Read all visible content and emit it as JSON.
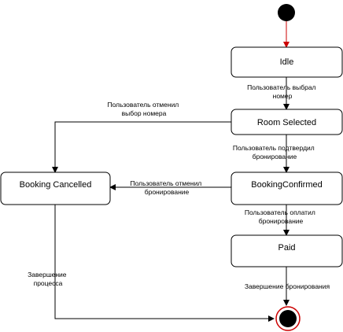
{
  "colors": {
    "start_fill": "#000000",
    "start_edge": "#cc0000",
    "end_ring": "#cc0000",
    "end_fill": "#000000",
    "line": "#000000"
  },
  "states": {
    "idle": "Idle",
    "room_selected": "Room Selected",
    "booking_confirmed": "BookingConfirmed",
    "paid": "Paid",
    "booking_cancelled": "Booking Cancelled"
  },
  "transitions": {
    "idle_to_room_selected": [
      "Пользователь выбрал",
      "номер"
    ],
    "room_selected_to_cancelled": [
      "Пользователь отменил",
      "выбор номера"
    ],
    "room_selected_to_confirmed": [
      "Пользователь подтвердил",
      "бронирование"
    ],
    "confirmed_to_cancelled": [
      "Пользователь отменил",
      "бронирование"
    ],
    "confirmed_to_paid": [
      "Пользователь оплатил",
      "бронирование"
    ],
    "paid_to_end": [
      "Завершение бронирования"
    ],
    "cancelled_to_end": [
      "Завершение",
      "процесса"
    ]
  }
}
